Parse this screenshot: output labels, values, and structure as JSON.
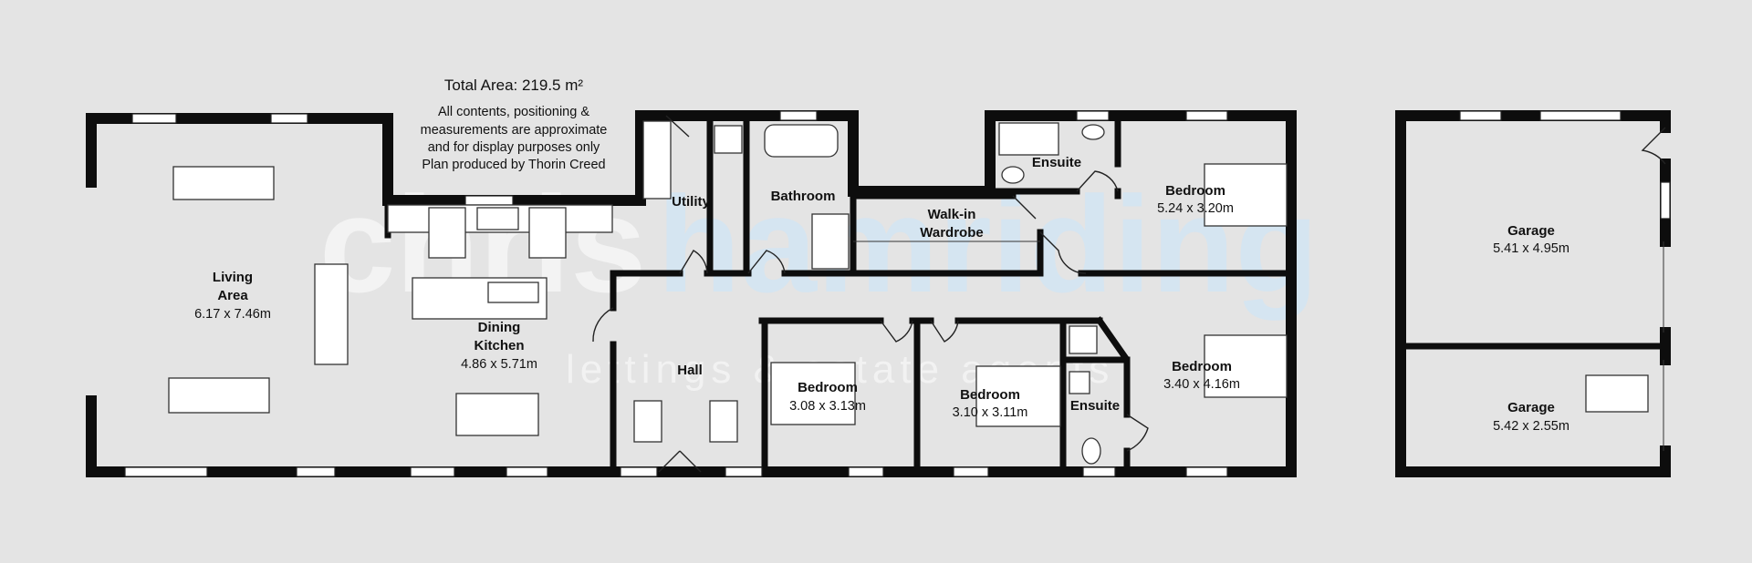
{
  "info": {
    "total_area": "Total Area: 219.5 m²",
    "lines": [
      "All contents, positioning &",
      "measurements are approximate",
      "and for display purposes only",
      "Plan produced by Thorin Creed"
    ]
  },
  "watermark": {
    "part1": "chris",
    "part2": "hamriding",
    "sub": "lettings & estate agents"
  },
  "rooms": {
    "living": {
      "name1": "Living",
      "name2": "Area",
      "dims": "6.17 x 7.46m"
    },
    "kitchen": {
      "name1": "Dining",
      "name2": "Kitchen",
      "dims": "4.86 x 5.71m"
    },
    "utility": {
      "name": "Utility"
    },
    "bathroom": {
      "name": "Bathroom"
    },
    "ensuite1": {
      "name": "Ensuite"
    },
    "walkin": {
      "name1": "Walk-in",
      "name2": "Wardrobe"
    },
    "bedroom1": {
      "name": "Bedroom",
      "dims": "5.24 x 3.20m"
    },
    "hall": {
      "name": "Hall"
    },
    "bedroom2": {
      "name": "Bedroom",
      "dims": "3.08 x 3.13m"
    },
    "bedroom3": {
      "name": "Bedroom",
      "dims": "3.10 x 3.11m"
    },
    "ensuite2": {
      "name": "Ensuite"
    },
    "bedroom4": {
      "name": "Bedroom",
      "dims": "3.40 x 4.16m"
    },
    "garage1": {
      "name": "Garage",
      "dims": "5.41 x 4.95m"
    },
    "garage2": {
      "name": "Garage",
      "dims": "5.42 x 2.55m"
    }
  }
}
